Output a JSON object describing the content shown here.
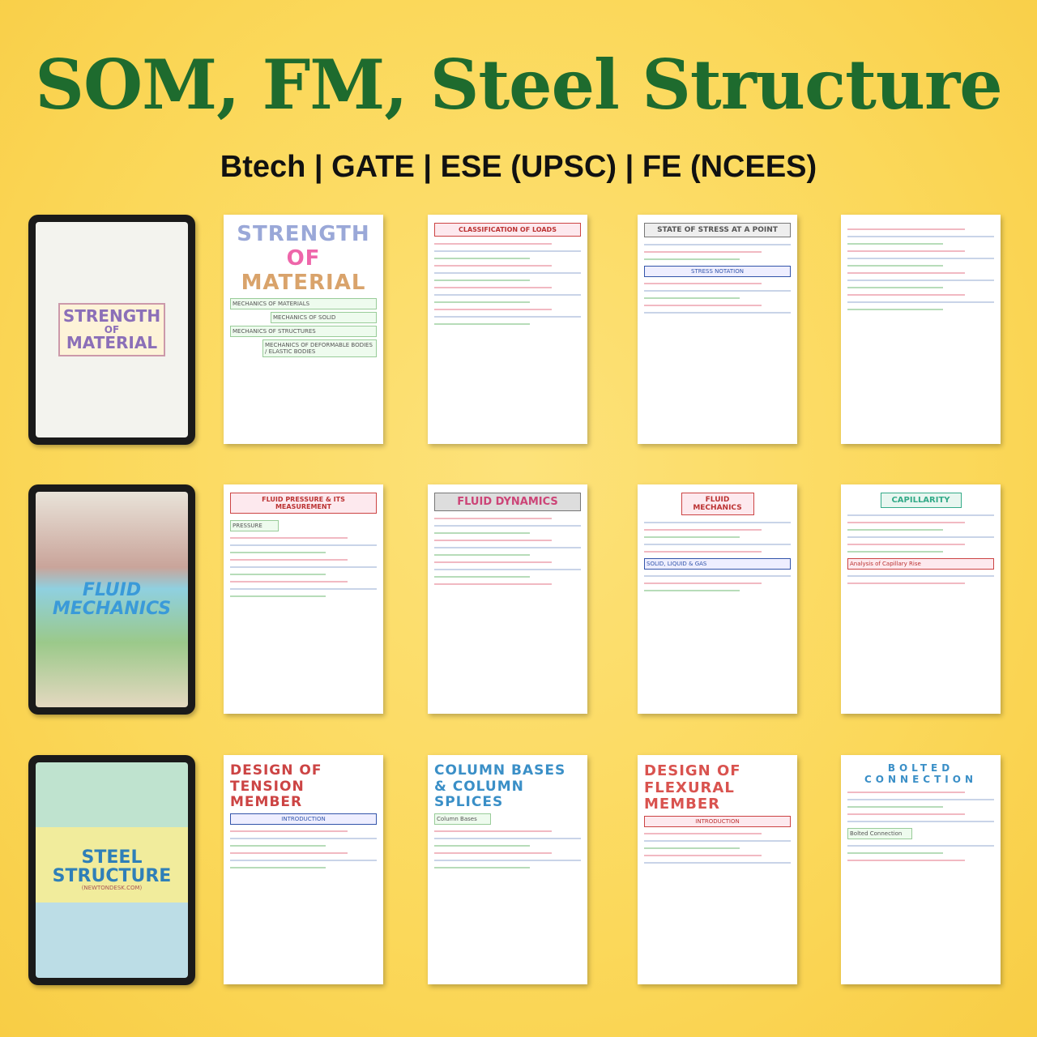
{
  "title": "SOM, FM, Steel Structure",
  "subtitle": "Btech | GATE | ESE (UPSC) | FE (NCEES)",
  "covers": [
    {
      "line1": "STRENGTH",
      "line2": "OF",
      "line3": "MATERIAL",
      "bg": "#f3f3ee",
      "color": "#8b6fb8"
    },
    {
      "line1": "FLUID",
      "line2": "MECHANICS",
      "bg": "#dcd2c4",
      "color": "#3a9ad9"
    },
    {
      "line1": "STEEL",
      "line2": "STRUCTURE",
      "line3": "(NEWTONDESK.COM)",
      "bg": "#e9efb8",
      "color": "#2f7fb8"
    }
  ],
  "pages": {
    "som_title": {
      "l1": "STRENGTH",
      "l2": "OF",
      "l3": "MATERIAL",
      "items": [
        "MECHANICS OF MATERIALS",
        "MECHANICS OF SOLID",
        "MECHANICS OF STRUCTURES",
        "MECHANICS OF DEFORMABLE BODIES / ELASTIC BODIES"
      ]
    },
    "loads": "CLASSIFICATION OF LOADS",
    "stress": "STATE OF STRESS AT A POINT",
    "stress_sub": "STRESS NOTATION",
    "fluid_pressure": "FLUID PRESSURE & ITS MEASUREMENT",
    "fluid_pressure_sub": "PRESSURE",
    "fluid_dynamics": "FLUID DYNAMICS",
    "fluid_mech": "FLUID MECHANICS",
    "fluid_mech_sub": "SOLID, LIQUID & GAS",
    "capillarity": "CAPILLARITY",
    "capillarity_sub": "Analysis of Capillary Rise",
    "tension": "DESIGN OF TENSION MEMBER",
    "tension_sub": "INTRODUCTION",
    "column": "COLUMN BASES & COLUMN SPLICES",
    "column_sub": "Column Bases",
    "flexural": "DESIGN OF FLEXURAL MEMBER",
    "flexural_sub": "INTRODUCTION",
    "bolted": "BOLTED CONNECTION",
    "bolted_sub": "Bolted Connection"
  }
}
